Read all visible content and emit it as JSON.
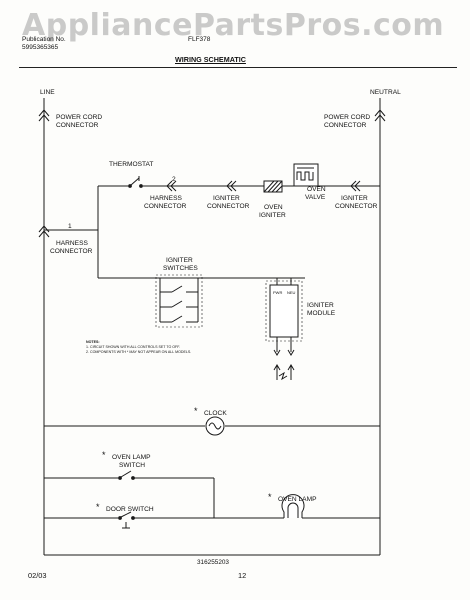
{
  "watermark": "AppliancePartsPros.com",
  "header": {
    "publication_label": "Publication No.",
    "publication_number": "5995365365",
    "model": "FLF378",
    "title": "WIRING SCHEMATIC"
  },
  "labels": {
    "line": "LINE",
    "neutral": "NEUTRAL",
    "power_cord_left_1": "POWER CORD",
    "power_cord_left_2": "CONNECTOR",
    "power_cord_right_1": "POWER CORD",
    "power_cord_right_2": "CONNECTOR",
    "thermostat": "THERMOSTAT",
    "harness_top_1": "HARNESS",
    "harness_top_2": "CONNECTOR",
    "igniter_conn_1": "IGNITER",
    "igniter_conn_2": "CONNECTOR",
    "oven_igniter_1": "OVEN",
    "oven_igniter_2": "IGNITER",
    "oven_valve_1": "OVEN",
    "oven_valve_2": "VALVE",
    "igniter_conn_right_1": "IGNITER",
    "igniter_conn_right_2": "CONNECTOR",
    "harness_left_1": "HARNESS",
    "harness_left_2": "CONNECTOR",
    "igniter_switches_1": "IGNITER",
    "igniter_switches_2": "SWITCHES",
    "igniter_module_1": "IGNITER",
    "igniter_module_2": "MODULE",
    "clock": "CLOCK",
    "oven_lamp_switch_1": "OVEN LAMP",
    "oven_lamp_switch_2": "SWITCH",
    "door_switch": "DOOR SWITCH",
    "oven_lamp": "OVEN LAMP",
    "marker_1": "1",
    "marker_2": "2",
    "asterisk": "*",
    "module_pin_left": "PWR",
    "module_pin_right": "NEU"
  },
  "notes": {
    "heading": "NOTES:",
    "note1": "1.   CIRCUIT SHOWN WITH ALL CONTROLS SET TO OFF.",
    "note2": "2.   COMPONENTS WITH  *  MAY NOT APPEAR ON ALL MODELS."
  },
  "footer": {
    "part_number": "316255203",
    "date": "02/03",
    "page": "12"
  }
}
